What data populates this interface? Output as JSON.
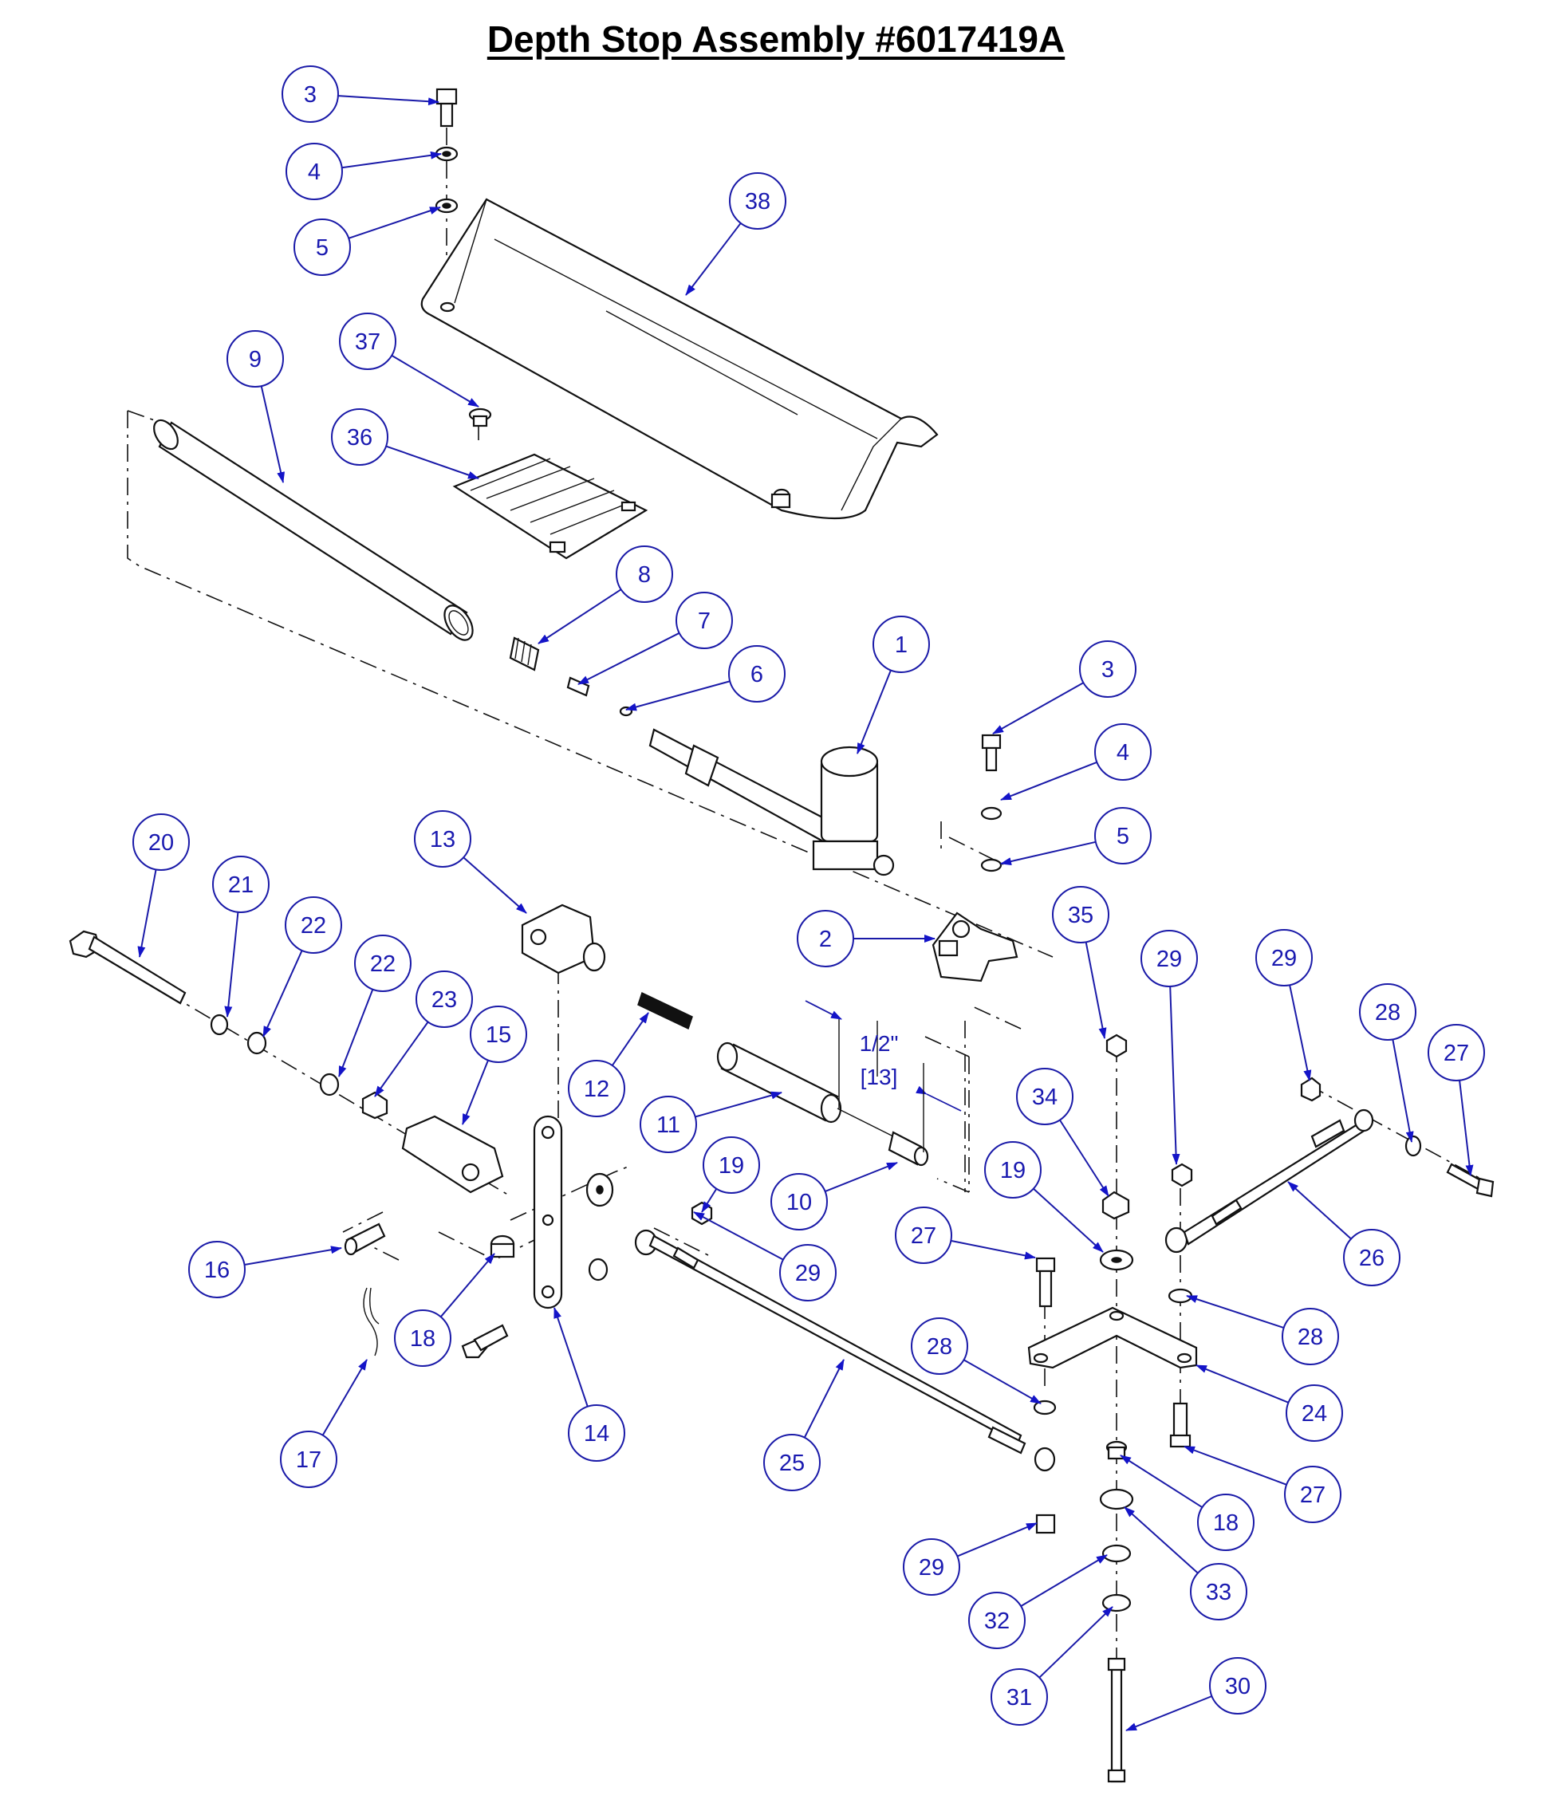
{
  "title": "Depth Stop Assembly #6017419A",
  "dimension": {
    "imperial": "1/2\"",
    "metric": "[13]"
  },
  "callouts": [
    "3",
    "4",
    "5",
    "38",
    "37",
    "9",
    "36",
    "8",
    "7",
    "6",
    "1",
    "3",
    "4",
    "5",
    "20",
    "21",
    "22",
    "22",
    "23",
    "15",
    "13",
    "12",
    "11",
    "2",
    "35",
    "29",
    "29",
    "28",
    "27",
    "19",
    "10",
    "16",
    "34",
    "19",
    "26",
    "27",
    "18",
    "29",
    "28",
    "28",
    "17",
    "14",
    "25",
    "24",
    "27",
    "18",
    "29",
    "33",
    "32",
    "31",
    "30"
  ]
}
